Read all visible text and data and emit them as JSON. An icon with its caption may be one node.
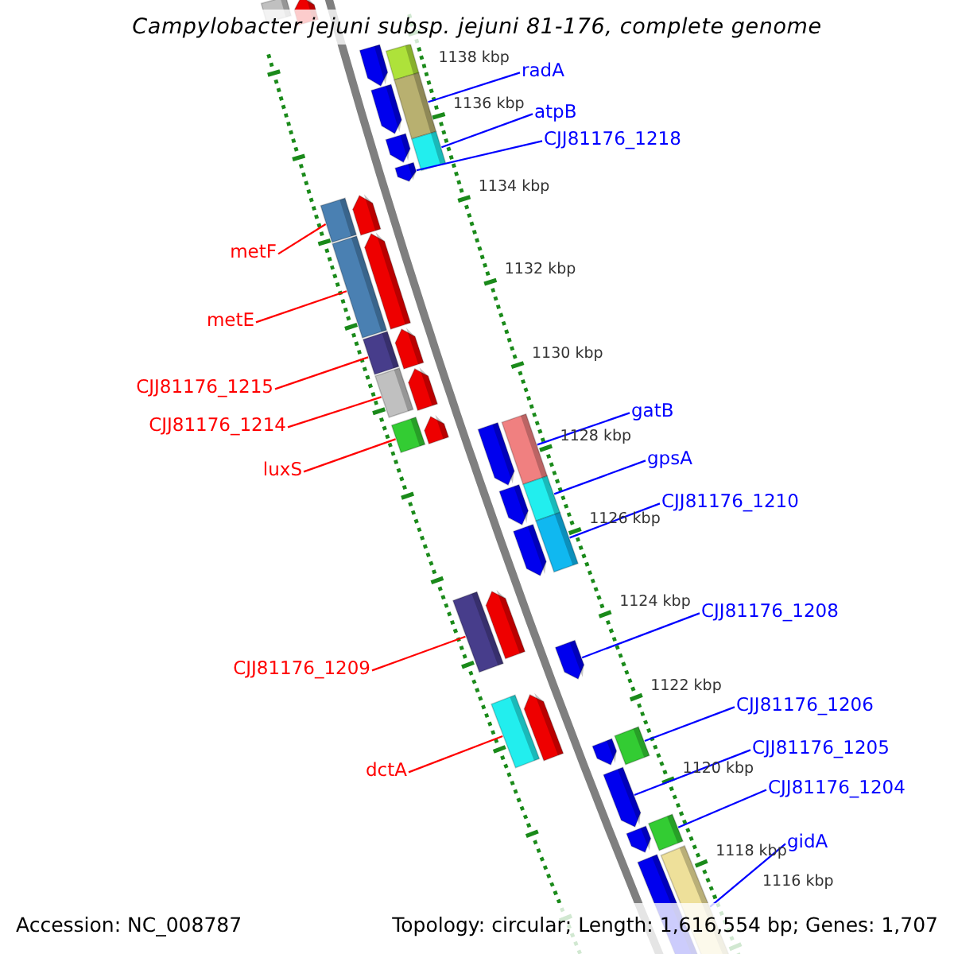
{
  "diagram": {
    "title": "Campylobacter jejuni subsp. jejuni 81-176, complete genome",
    "nodes": [
      {
        "text": [
          "radA"
        ]
      },
      {
        "text": [],
        "shape": "bar"
      },
      {
        "text": [
          "atpB"
        ]
      },
      {
        "text": [],
        "shape": "bar"
      },
      {
        "text": [
          "CJJ81176_1218"
        ]
      },
      {
        "text": [],
        "shape": "arrow"
      },
      {
        "text": [
          "metF"
        ]
      },
      {
        "text": [],
        "shape": "bar"
      },
      {
        "text": [
          "metE"
        ]
      },
      {
        "text": [],
        "shape": "bar"
      },
      {
        "text": [
          "CJJ81176_1215"
        ]
      },
      {
        "text": [],
        "shape": "bar"
      },
      {
        "text": [
          "gatB"
        ]
      },
      {
        "text": [],
        "shape": "bar"
      },
      {
        "text": [
          "CJJ81176_1214"
        ]
      },
      {
        "text": [],
        "shape": "bar"
      },
      {
        "text": [
          "gpsA"
        ]
      },
      {
        "text": [],
        "shape": "bar"
      },
      {
        "text": [
          "luxS"
        ]
      },
      {
        "text": [],
        "shape": "bar"
      },
      {
        "text": [
          "CJJ81176_1210"
        ]
      },
      {
        "text": [],
        "shape": "bar"
      },
      {
        "text": [
          "CJJ81176_1208"
        ]
      },
      {
        "text": [],
        "shape": "arrow"
      },
      {
        "text": [
          "CJJ81176_1209"
        ]
      },
      {
        "text": [],
        "shape": "bar"
      },
      {
        "text": [
          "CJJ81176_1206"
        ]
      },
      {
        "text": [],
        "shape": "bar"
      },
      {
        "text": [
          "CJJ81176_1205"
        ]
      },
      {
        "text": [],
        "shape": "arrow"
      },
      {
        "text": [
          "dctA"
        ]
      },
      {
        "text": [],
        "shape": "bar"
      },
      {
        "text": [
          "CJJ81176_1204"
        ]
      },
      {
        "text": [],
        "shape": "bar"
      },
      {
        "text": [
          "gidA"
        ]
      },
      {
        "text": [],
        "shape": "bar"
      }
    ],
    "edges": [
      {
        "from": 0,
        "to": 1,
        "arrow": "none"
      },
      {
        "from": 2,
        "to": 3,
        "arrow": "none"
      },
      {
        "from": 4,
        "to": 5,
        "arrow": "none"
      },
      {
        "from": 6,
        "to": 7,
        "arrow": "none",
        "color": "#ff0000"
      },
      {
        "from": 8,
        "to": 9,
        "arrow": "none",
        "color": "#ff0000"
      },
      {
        "from": 10,
        "to": 11,
        "arrow": "none",
        "color": "#ff0000"
      },
      {
        "from": 12,
        "to": 13,
        "arrow": "none"
      },
      {
        "from": 14,
        "to": 15,
        "arrow": "none",
        "color": "#ff0000"
      },
      {
        "from": 16,
        "to": 17,
        "arrow": "none"
      },
      {
        "from": 18,
        "to": 19,
        "arrow": "none",
        "color": "#ff0000"
      },
      {
        "from": 20,
        "to": 21,
        "arrow": "none"
      },
      {
        "from": 22,
        "to": 23,
        "arrow": "none"
      },
      {
        "from": 24,
        "to": 25,
        "arrow": "none",
        "color": "#ff0000"
      },
      {
        "from": 26,
        "to": 27,
        "arrow": "none"
      },
      {
        "from": 28,
        "to": 29,
        "arrow": "none"
      },
      {
        "from": 30,
        "to": 31,
        "arrow": "none",
        "color": "#ff0000"
      },
      {
        "from": 32,
        "to": 33,
        "arrow": "none"
      },
      {
        "from": 34,
        "to": 35,
        "arrow": "none"
      }
    ],
    "labels": [
      "1138 kbp",
      "1136 kbp",
      "1134 kbp",
      "1132 kbp",
      "1130 kbp",
      "1128 kbp",
      "1126 kbp",
      "1124 kbp",
      "1122 kbp",
      "1120 kbp",
      "1118 kbp",
      "1116 kbp",
      "Accession: NC_008787",
      "Topology: circular; Length: 1,616,554 bp; Genes: 1,707"
    ]
  }
}
